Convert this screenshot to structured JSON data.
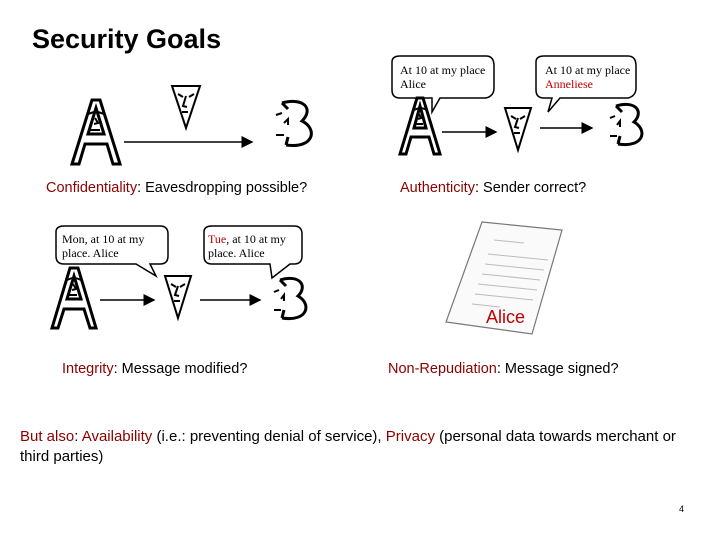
{
  "slide": {
    "title": "Security Goals",
    "page_number": "4"
  },
  "panels": {
    "confidentiality": {
      "term": "Confidentiality",
      "rest": ": Eavesdropping possible?"
    },
    "authenticity": {
      "bubble1_line1": "At 10 at my place",
      "bubble1_line2": "Alice",
      "bubble2_line1": "At 10 at my place",
      "bubble2_line2": "Anneliese",
      "term": "Authenticity",
      "rest": ": Sender correct?"
    },
    "integrity": {
      "bubble1_line1": "Mon, at 10 at my",
      "bubble1_line2": "place. Alice",
      "bubble2_word": "Tue",
      "bubble2_rest": ", at 10 at my",
      "bubble2_line2": "place. Alice",
      "term": "Integrity",
      "rest": ": Message modified?"
    },
    "non_repudiation": {
      "signature": "Alice",
      "term": "Non-Repudiation",
      "rest": ": Message signed?"
    }
  },
  "footer": {
    "lead": "But also",
    "sep1": ": ",
    "availability": "Availability",
    "availability_note": " (i.e.: preventing denial of service), ",
    "privacy": "Privacy",
    "privacy_note": " (personal data towards merchant or third parties)"
  },
  "icons": [
    "letter-a-figure-icon",
    "triangle-eavesdropper-icon",
    "letter-b-figure-icon",
    "signed-document-icon",
    "arrow-icon"
  ],
  "colors": {
    "term": "#8b0000",
    "alert": "#c00000"
  }
}
